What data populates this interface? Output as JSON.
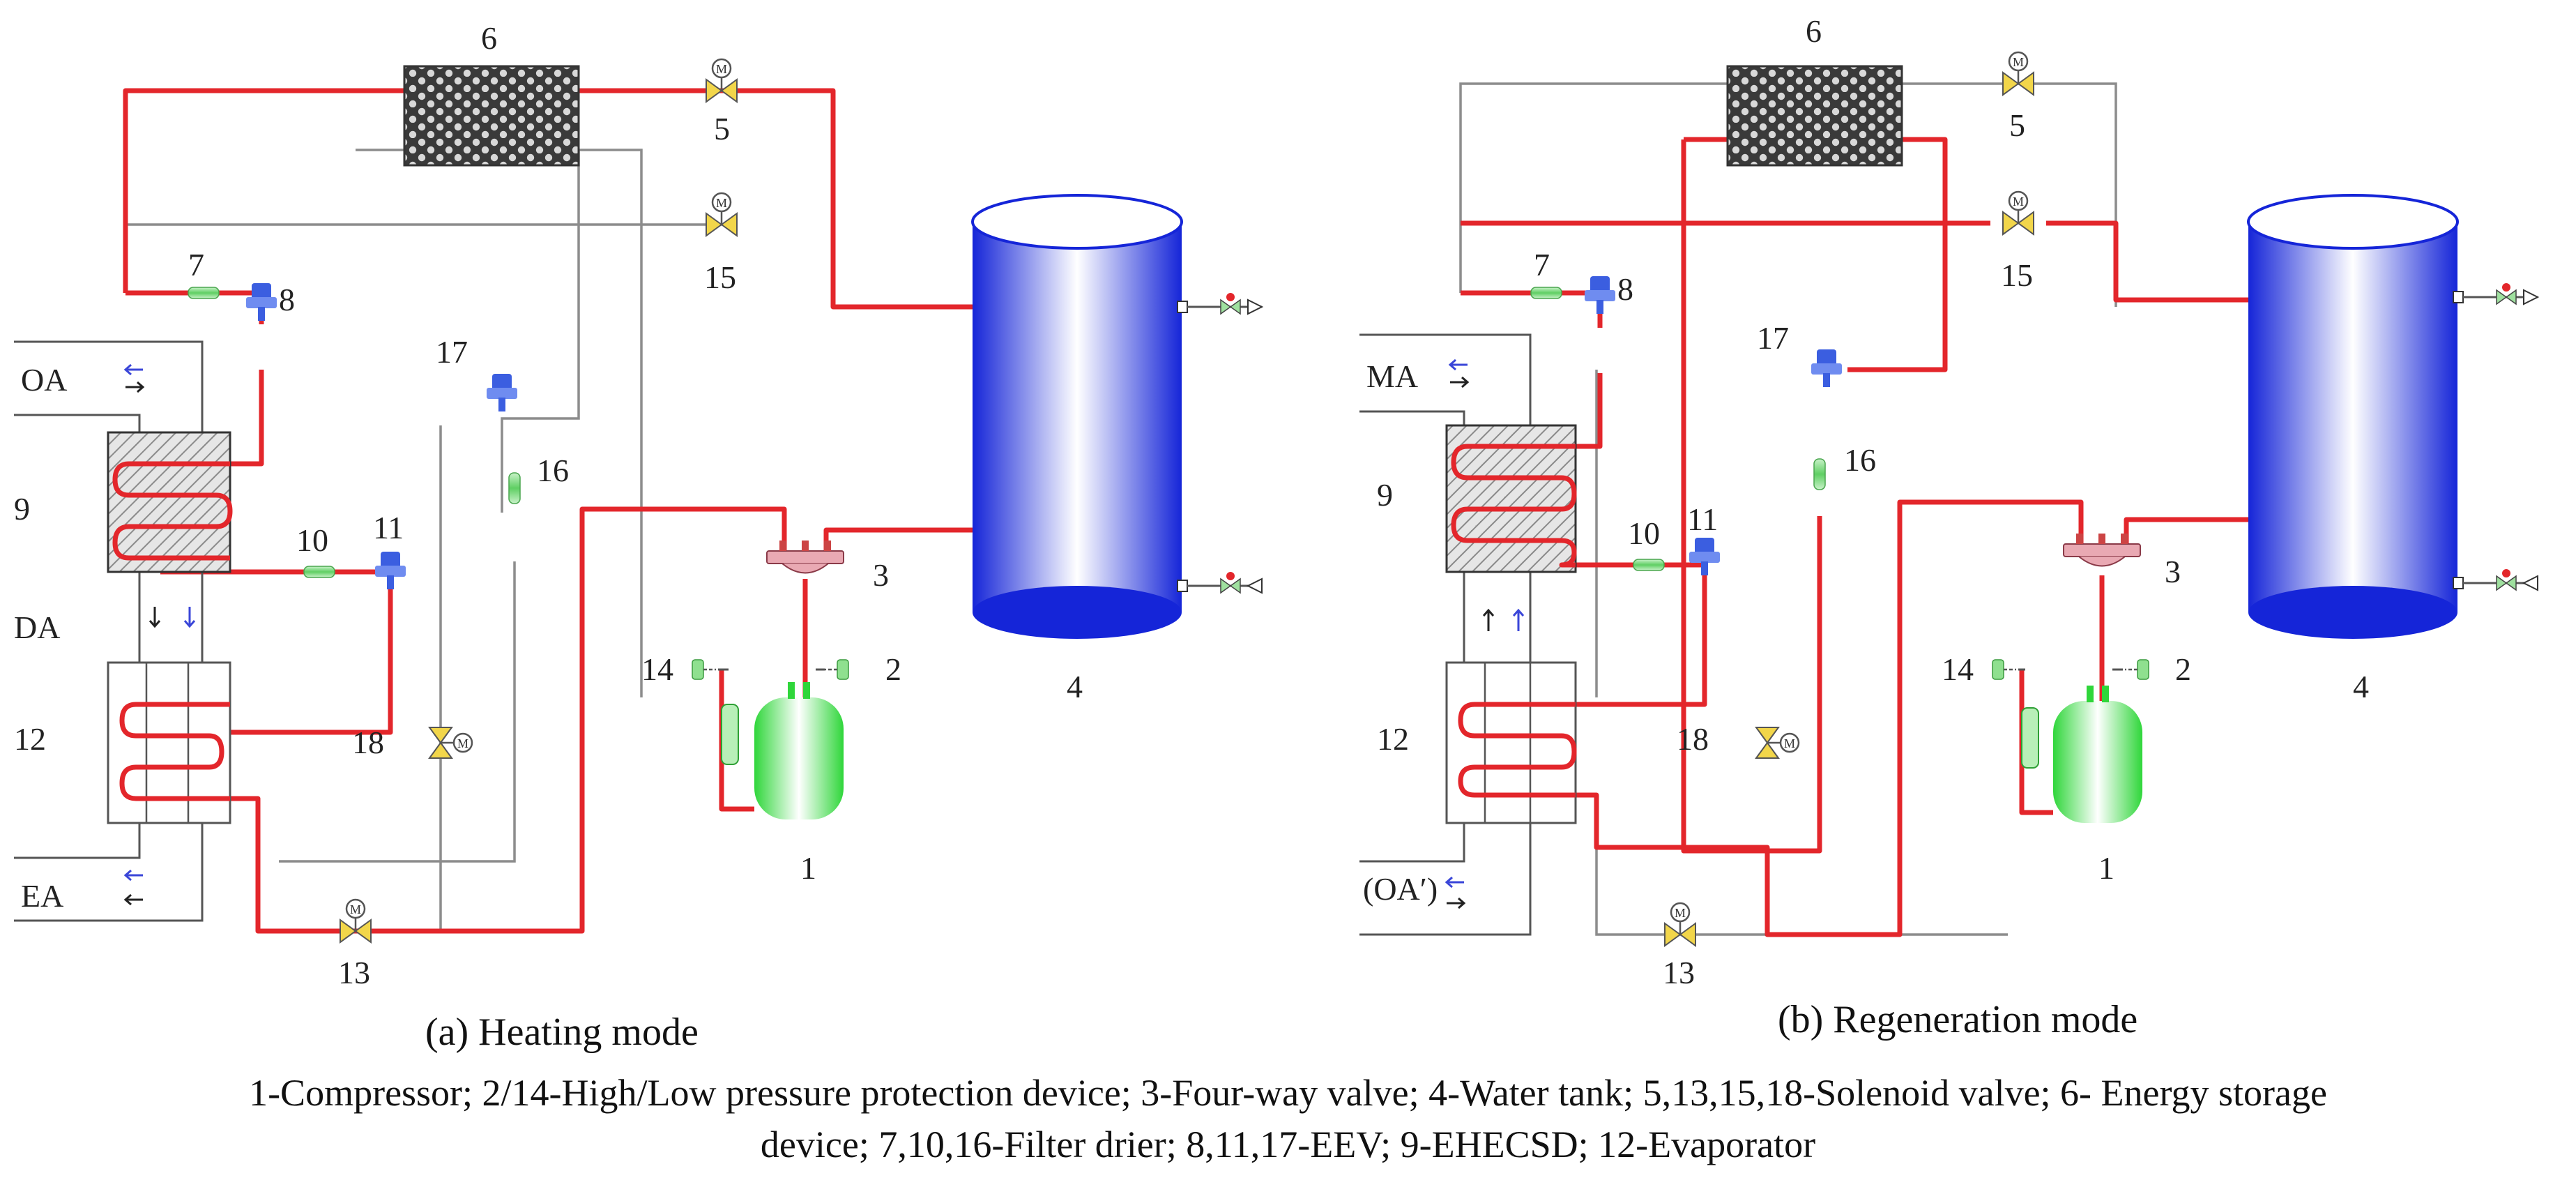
{
  "panels": [
    {
      "caption": "(a) Heating mode",
      "labels": {
        "c1": "1",
        "c2": "2",
        "c3": "3",
        "c4": "4",
        "c5": "5",
        "c6": "6",
        "c7": "7",
        "c8": "8",
        "c9": "9",
        "c10": "10",
        "c11": "11",
        "c12": "12",
        "c13": "13",
        "c14": "14",
        "c15": "15",
        "c16": "16",
        "c17": "17",
        "c18": "18"
      },
      "air_labels": {
        "top": "OA",
        "mid": "DA",
        "bottom": "EA"
      }
    },
    {
      "caption": "(b) Regeneration mode",
      "labels": {
        "c1": "1",
        "c2": "2",
        "c3": "3",
        "c4": "4",
        "c5": "5",
        "c6": "6",
        "c7": "7",
        "c8": "8",
        "c9": "9",
        "c10": "10",
        "c11": "11",
        "c12": "12",
        "c13": "13",
        "c14": "14",
        "c15": "15",
        "c16": "16",
        "c17": "17",
        "c18": "18"
      },
      "air_labels": {
        "top": "MA",
        "bottom": "(OA′)"
      }
    }
  ],
  "valve_symbol_text": "M",
  "legend": {
    "line1": "1-Compressor; 2/14-High/Low pressure protection device; 3-Four-way valve; 4-Water tank; 5,13,15,18-Solenoid valve; 6- Energy storage",
    "line2": "device; 7,10,16-Filter drier; 8,11,17-EEV; 9-EHECSD; 12-Evaporator"
  },
  "colors": {
    "active_pipe": "#e3262b",
    "inactive_pipe": "#8c8c8c",
    "water_tank": "#2f3be6",
    "compressor": "#3fdc4a",
    "valve": "#f2d64a",
    "eev": "#3b5ee0",
    "filter_drier": "#7fdc82",
    "four_way_valve": "#e9a9b3"
  }
}
